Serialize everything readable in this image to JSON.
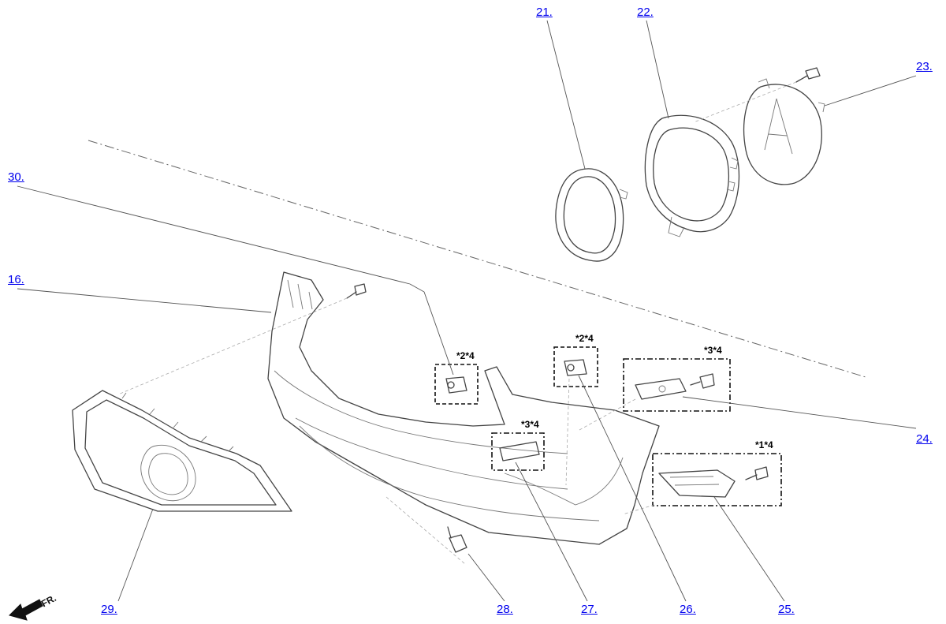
{
  "callouts": {
    "c21": "21.",
    "c22": "22.",
    "c23": "23.",
    "c30": "30.",
    "c16": "16.",
    "c24": "24.",
    "c29": "29.",
    "c28": "28.",
    "c27": "27.",
    "c26": "26.",
    "c25": "25."
  },
  "notes": {
    "n_sensor_left": "*2*4",
    "n_sensor_right": "*2*4",
    "n_lid_right": "*3*4",
    "n_lid_left": "*3*4",
    "n_fog_light": "*1*4"
  },
  "direction_label": "FR."
}
